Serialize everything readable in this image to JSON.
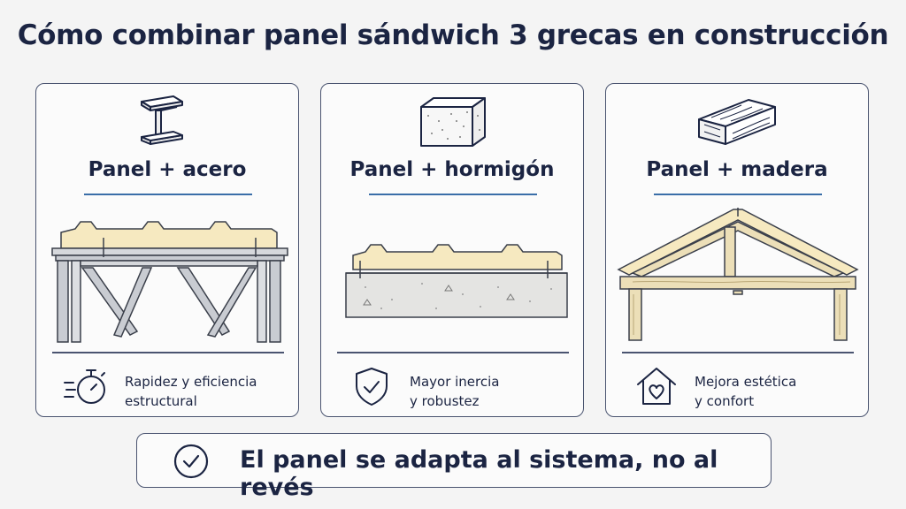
{
  "title": "Cómo combinar panel sándwich 3 grecas en construcción",
  "cards": [
    {
      "label": "Panel + acero",
      "icon": "steel-beam-icon",
      "feature_line1": "Rapidez y eficiencia",
      "feature_line2": "estructural",
      "feature_icon": "stopwatch-icon"
    },
    {
      "label": "Panel + hormigón",
      "icon": "concrete-block-icon",
      "feature_line1": "Mayor inercia",
      "feature_line2": "y robustez",
      "feature_icon": "shield-check-icon"
    },
    {
      "label": "Panel + madera",
      "icon": "wood-beam-icon",
      "feature_line1": "Mejora estética",
      "feature_line2": "y confort",
      "feature_icon": "house-heart-icon"
    }
  ],
  "banner": {
    "text": "El panel se adapta al sistema, no al revés",
    "icon": "check-circle-icon"
  },
  "colors": {
    "navy": "#1b2442",
    "accent_blue": "#3a6ea8",
    "panel_fill": "#f6e9c0",
    "steel": "#c9ccd2",
    "concrete": "#e4e4e2",
    "wood": "#ecdfb8"
  }
}
